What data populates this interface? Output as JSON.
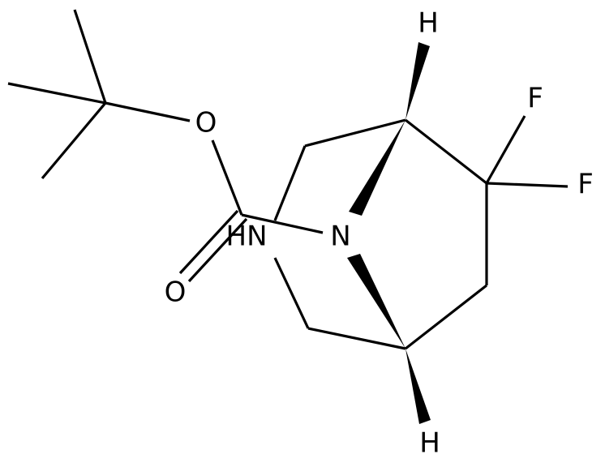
{
  "molecule": {
    "atoms": {
      "h_top": "H",
      "h_bottom": "H",
      "f_upper": "F",
      "f_right": "F",
      "o_ester": "O",
      "o_carbonyl": "O",
      "n_bridge": "N",
      "nh_ring": "HN"
    },
    "colors": {
      "bond": "#000000",
      "label": "#000000",
      "background": "#ffffff"
    }
  }
}
